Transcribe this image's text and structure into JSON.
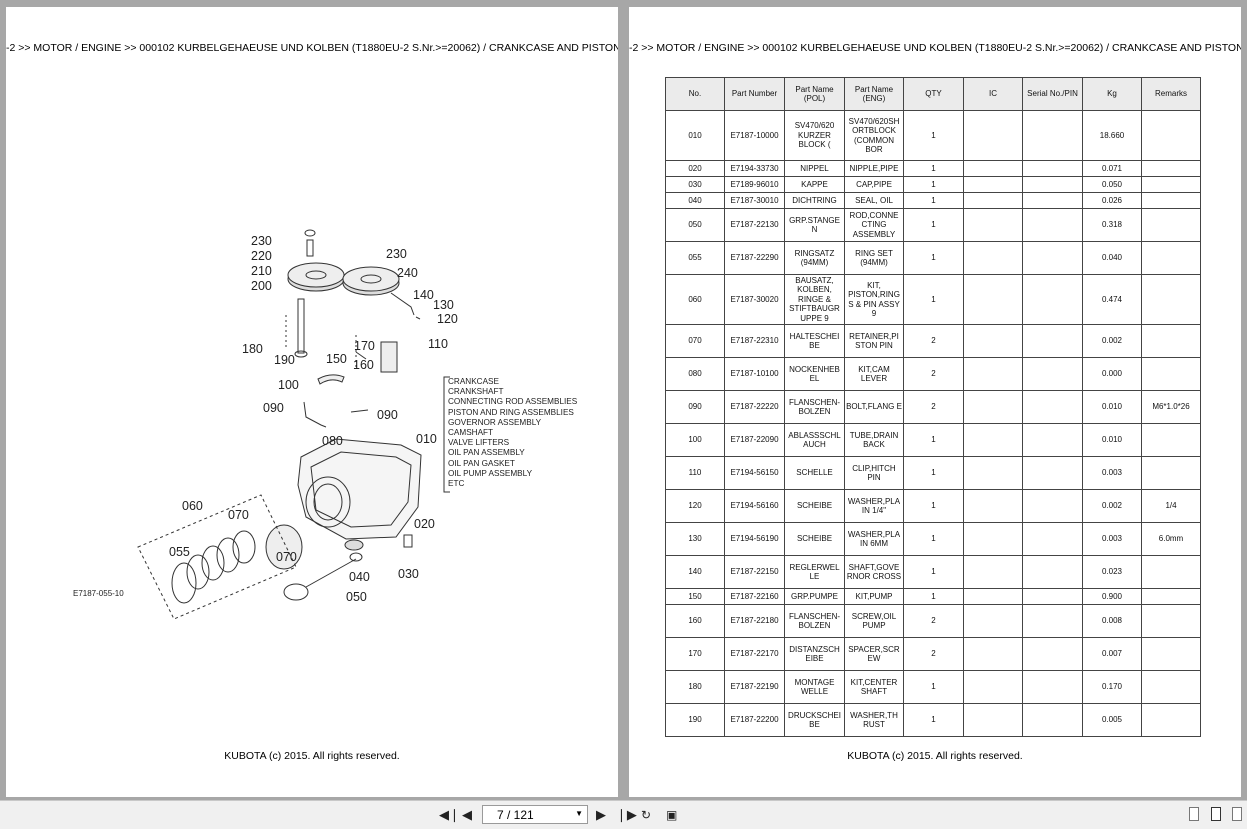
{
  "left_page": {
    "header": "-2 >> MOTOR / ENGINE >> 000102   KURBELGEHAEUSE UND KOLBEN (T1880EU-2 S.Nr.>=20062) / CRANKCASE AND PISTON (T",
    "footer": "KUBOTA (c) 2015. All rights reserved.",
    "diagram": {
      "callouts": [
        "230",
        "220",
        "210",
        "200",
        "230",
        "240",
        "140",
        "130",
        "120",
        "110",
        "180",
        "190",
        "150",
        "170",
        "160",
        "100",
        "090",
        "090",
        "080",
        "010",
        "060",
        "070",
        "055",
        "070",
        "020",
        "040",
        "030",
        "050"
      ],
      "assembly_list": [
        "CRANKCASE",
        "CRANKSHAFT",
        "CONNECTING ROD ASSEMBLIES",
        "PISTON AND RING ASSEMBLIES",
        "GOVERNOR ASSEMBLY",
        "CAMSHAFT",
        "VALVE LIFTERS",
        "OIL PAN ASSEMBLY",
        "OIL PAN GASKET",
        "OIL PUMP ASSEMBLY",
        "ETC"
      ],
      "reference": "E7187-055-10"
    }
  },
  "right_page": {
    "header": "-2 >> MOTOR / ENGINE >> 000102   KURBELGEHAEUSE UND KOLBEN (T1880EU-2 S.Nr.>=20062) / CRANKCASE AND PISTON (T",
    "footer": "KUBOTA (c) 2015. All rights reserved.",
    "table": {
      "columns": [
        "No.",
        "Part Number",
        "Part Name (POL)",
        "Part Name (ENG)",
        "QTY",
        "IC",
        "Serial No./PIN",
        "Kg",
        "Remarks"
      ],
      "rows": [
        [
          "010",
          "E7187-10000",
          "SV470/620 KURZER BLOCK (",
          "SV470/620SH ORTBLOCK (COMMON BOR",
          "1",
          "",
          "",
          "18.660",
          ""
        ],
        [
          "020",
          "E7194-33730",
          "NIPPEL",
          "NIPPLE,PIPE",
          "1",
          "",
          "",
          "0.071",
          ""
        ],
        [
          "030",
          "E7189-96010",
          "KAPPE",
          "CAP,PIPE",
          "1",
          "",
          "",
          "0.050",
          ""
        ],
        [
          "040",
          "E7187-30010",
          "DICHTRING",
          "SEAL, OIL",
          "1",
          "",
          "",
          "0.026",
          ""
        ],
        [
          "050",
          "E7187-22130",
          "GRP.STANGE N",
          "ROD,CONNE CTING ASSEMBLY",
          "1",
          "",
          "",
          "0.318",
          ""
        ],
        [
          "055",
          "E7187-22290",
          "RINGSATZ (94MM)",
          "RING SET (94MM)",
          "1",
          "",
          "",
          "0.040",
          ""
        ],
        [
          "060",
          "E7187-30020",
          "BAUSATZ, KOLBEN, RINGE & STIFTBAUGR UPPE 9",
          "KIT, PISTON,RING S & PIN ASSY 9",
          "1",
          "",
          "",
          "0.474",
          ""
        ],
        [
          "070",
          "E7187-22310",
          "HALTESCHEI BE",
          "RETAINER,PI STON PIN",
          "2",
          "",
          "",
          "0.002",
          ""
        ],
        [
          "080",
          "E7187-10100",
          "NOCKENHEB EL",
          "KIT,CAM LEVER",
          "2",
          "",
          "",
          "0.000",
          ""
        ],
        [
          "090",
          "E7187-22220",
          "FLANSCHEN- BOLZEN",
          "BOLT,FLANG E",
          "2",
          "",
          "",
          "0.010",
          "M6*1.0*26"
        ],
        [
          "100",
          "E7187-22090",
          "ABLASSSCHL AUCH",
          "TUBE,DRAIN BACK",
          "1",
          "",
          "",
          "0.010",
          ""
        ],
        [
          "110",
          "E7194-56150",
          "SCHELLE",
          "CLIP,HITCH PIN",
          "1",
          "",
          "",
          "0.003",
          ""
        ],
        [
          "120",
          "E7194-56160",
          "SCHEIBE",
          "WASHER,PLA IN 1/4\"",
          "1",
          "",
          "",
          "0.002",
          "1/4"
        ],
        [
          "130",
          "E7194-56190",
          "SCHEIBE",
          "WASHER,PLA IN 6MM",
          "1",
          "",
          "",
          "0.003",
          "6.0mm"
        ],
        [
          "140",
          "E7187-22150",
          "REGLERWEL LE",
          "SHAFT,GOVE RNOR CROSS",
          "1",
          "",
          "",
          "0.023",
          ""
        ],
        [
          "150",
          "E7187-22160",
          "GRP.PUMPE",
          "KIT,PUMP",
          "1",
          "",
          "",
          "0.900",
          ""
        ],
        [
          "160",
          "E7187-22180",
          "FLANSCHEN- BOLZEN",
          "SCREW,OIL PUMP",
          "2",
          "",
          "",
          "0.008",
          ""
        ],
        [
          "170",
          "E7187-22170",
          "DISTANZSCH EIBE",
          "SPACER,SCR EW",
          "2",
          "",
          "",
          "0.007",
          ""
        ],
        [
          "180",
          "E7187-22190",
          "MONTAGE WELLE",
          "KIT,CENTER SHAFT",
          "1",
          "",
          "",
          "0.170",
          ""
        ],
        [
          "190",
          "E7187-22200",
          "DRUCKSCHEI BE",
          "WASHER,TH RUST",
          "1",
          "",
          "",
          "0.005",
          ""
        ]
      ]
    }
  },
  "toolbar": {
    "page_indicator": "7 / 121",
    "icons": [
      "first-page-icon",
      "prev-page-icon",
      "next-page-icon",
      "last-page-icon",
      "rotate-icon",
      "view-icon",
      "single-page-icon",
      "double-page-icon",
      "continuous-icon"
    ]
  }
}
